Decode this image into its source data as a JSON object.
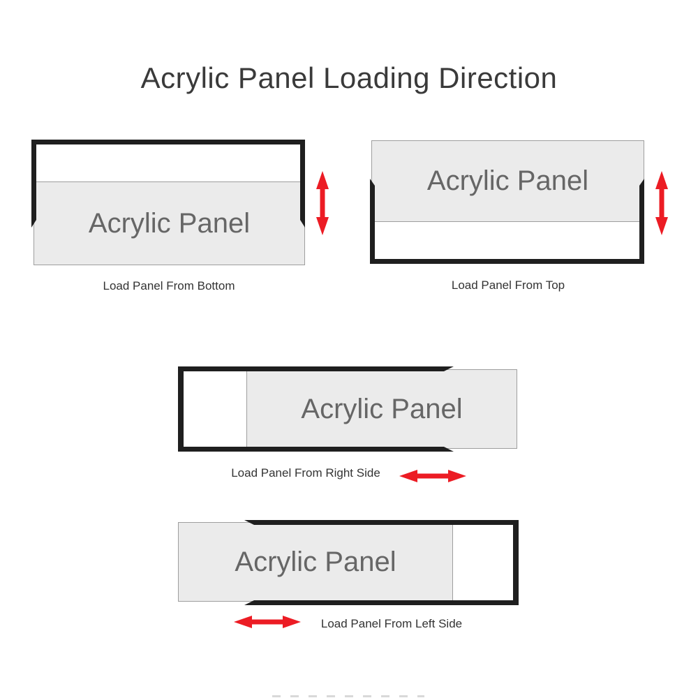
{
  "title": "Acrylic Panel Loading Direction",
  "colors": {
    "frame_black": "#1f1f1f",
    "panel_fill": "#ebebeb",
    "panel_border": "#9e9e9e",
    "panel_text": "#666666",
    "caption_text": "#333333",
    "arrow_red": "#ec1c24",
    "title_text": "#3a3a3a"
  },
  "diagrams": [
    {
      "id": "load-bottom",
      "panel_label": "Acrylic Panel",
      "caption": "Load Panel From Bottom",
      "arrow_direction": "vertical"
    },
    {
      "id": "load-top",
      "panel_label": "Acrylic Panel",
      "caption": "Load Panel From Top",
      "arrow_direction": "vertical"
    },
    {
      "id": "load-right",
      "panel_label": "Acrylic Panel",
      "caption": "Load Panel From Right Side",
      "arrow_direction": "horizontal"
    },
    {
      "id": "load-left",
      "panel_label": "Acrylic Panel",
      "caption": "Load Panel From Left Side",
      "arrow_direction": "horizontal"
    }
  ]
}
